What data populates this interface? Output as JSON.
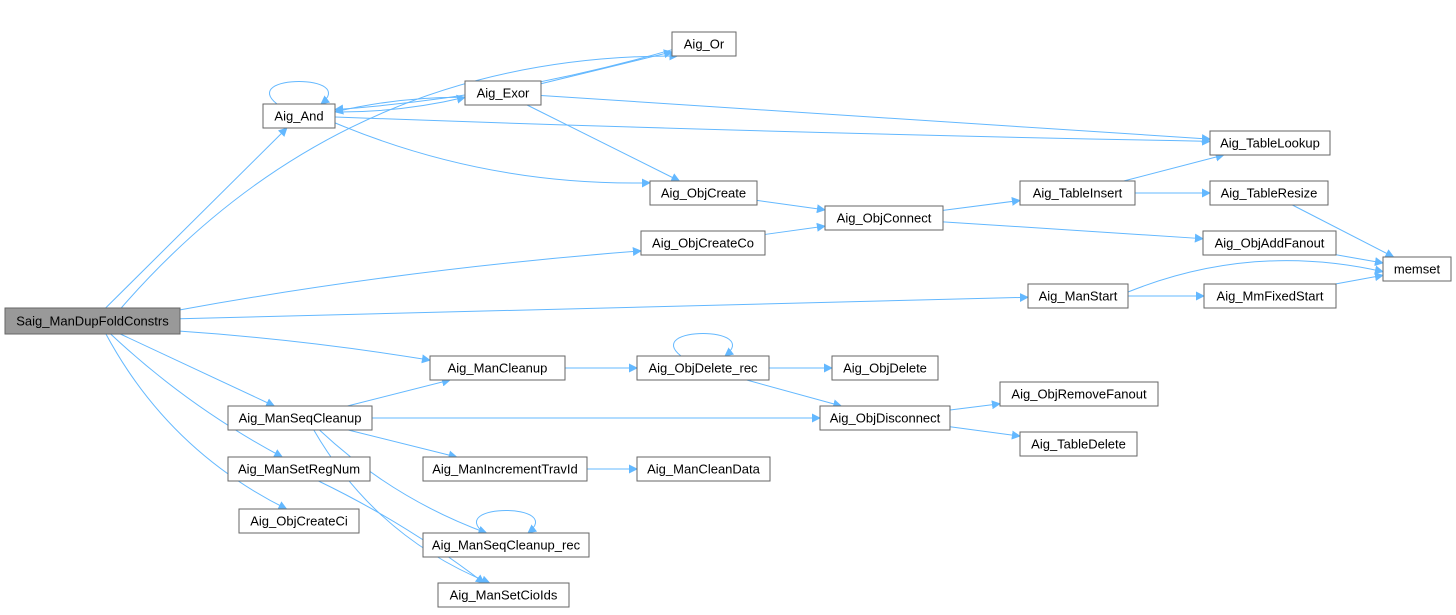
{
  "colors": {
    "node_fill": "#ffffff",
    "root_fill": "#999999",
    "border": "#666666",
    "edge": "#63b8ff"
  },
  "nodes": [
    {
      "id": "root",
      "label": "Saig_ManDupFoldConstrs",
      "root": true
    },
    {
      "id": "or",
      "label": "Aig_Or"
    },
    {
      "id": "and",
      "label": "Aig_And"
    },
    {
      "id": "exor",
      "label": "Aig_Exor"
    },
    {
      "id": "tablelookup",
      "label": "Aig_TableLookup"
    },
    {
      "id": "objcreate",
      "label": "Aig_ObjCreate"
    },
    {
      "id": "tableinsert",
      "label": "Aig_TableInsert"
    },
    {
      "id": "objconnect",
      "label": "Aig_ObjConnect"
    },
    {
      "id": "tableresize",
      "label": "Aig_TableResize"
    },
    {
      "id": "objcreateco",
      "label": "Aig_ObjCreateCo"
    },
    {
      "id": "objaddfanout",
      "label": "Aig_ObjAddFanout"
    },
    {
      "id": "memset",
      "label": "memset"
    },
    {
      "id": "manstart",
      "label": "Aig_ManStart"
    },
    {
      "id": "mmfixedstart",
      "label": "Aig_MmFixedStart"
    },
    {
      "id": "mancleanup",
      "label": "Aig_ManCleanup"
    },
    {
      "id": "objdeleterec",
      "label": "Aig_ObjDelete_rec"
    },
    {
      "id": "objdelete",
      "label": "Aig_ObjDelete"
    },
    {
      "id": "objremovefanout",
      "label": "Aig_ObjRemoveFanout"
    },
    {
      "id": "manseqcleanup",
      "label": "Aig_ManSeqCleanup"
    },
    {
      "id": "objdisconnect",
      "label": "Aig_ObjDisconnect"
    },
    {
      "id": "tabledelete",
      "label": "Aig_TableDelete"
    },
    {
      "id": "mansetregnum",
      "label": "Aig_ManSetRegNum"
    },
    {
      "id": "manincrementtravid",
      "label": "Aig_ManIncrementTravId"
    },
    {
      "id": "mancleandata",
      "label": "Aig_ManCleanData"
    },
    {
      "id": "objcreateci",
      "label": "Aig_ObjCreateCi"
    },
    {
      "id": "manseqcleanuprec",
      "label": "Aig_ManSeqCleanup_rec"
    },
    {
      "id": "mansetcioids",
      "label": "Aig_ManSetCioIds"
    }
  ],
  "edges": [
    [
      "root",
      "or"
    ],
    [
      "root",
      "and"
    ],
    [
      "root",
      "objcreateco"
    ],
    [
      "root",
      "manstart"
    ],
    [
      "root",
      "mancleanup"
    ],
    [
      "root",
      "manseqcleanup"
    ],
    [
      "root",
      "mansetregnum"
    ],
    [
      "root",
      "objcreateci"
    ],
    [
      "or",
      "and"
    ],
    [
      "and",
      "and"
    ],
    [
      "and",
      "exor"
    ],
    [
      "and",
      "tablelookup"
    ],
    [
      "and",
      "objcreate"
    ],
    [
      "exor",
      "or"
    ],
    [
      "exor",
      "and"
    ],
    [
      "exor",
      "tablelookup"
    ],
    [
      "exor",
      "objcreate"
    ],
    [
      "objcreate",
      "objconnect"
    ],
    [
      "objcreateco",
      "objconnect"
    ],
    [
      "objconnect",
      "tableinsert"
    ],
    [
      "objconnect",
      "objaddfanout"
    ],
    [
      "tableinsert",
      "tablelookup"
    ],
    [
      "tableinsert",
      "tableresize"
    ],
    [
      "tableresize",
      "memset"
    ],
    [
      "objaddfanout",
      "memset"
    ],
    [
      "mmfixedstart",
      "memset"
    ],
    [
      "manstart",
      "mmfixedstart"
    ],
    [
      "manstart",
      "memset"
    ],
    [
      "mancleanup",
      "objdeleterec"
    ],
    [
      "objdeleterec",
      "objdeleterec"
    ],
    [
      "objdeleterec",
      "objdelete"
    ],
    [
      "objdeleterec",
      "objdisconnect"
    ],
    [
      "objdisconnect",
      "objremovefanout"
    ],
    [
      "objdisconnect",
      "tabledelete"
    ],
    [
      "manseqcleanup",
      "mancleanup"
    ],
    [
      "manseqcleanup",
      "objdisconnect"
    ],
    [
      "manseqcleanup",
      "manincrementtravid"
    ],
    [
      "manseqcleanup",
      "manseqcleanuprec"
    ],
    [
      "manseqcleanup",
      "mansetcioids"
    ],
    [
      "manincrementtravid",
      "mancleandata"
    ],
    [
      "manseqcleanuprec",
      "manseqcleanuprec"
    ],
    [
      "mansetregnum",
      "mansetcioids"
    ]
  ]
}
